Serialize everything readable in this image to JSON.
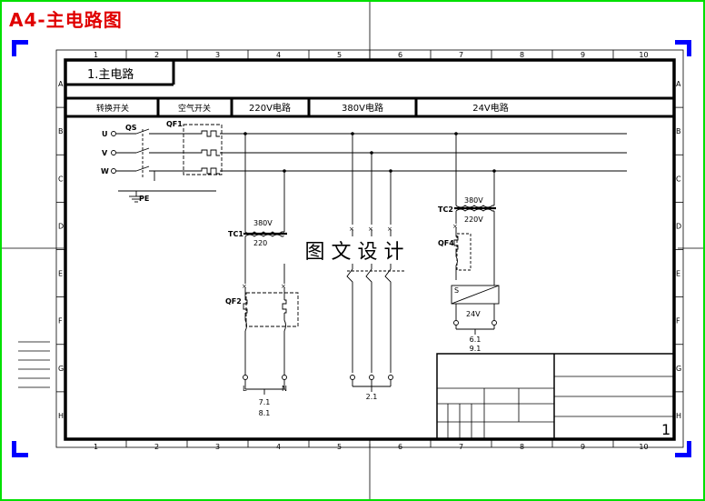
{
  "page_title": "A4-主电路图",
  "border": {
    "columns": [
      "1",
      "2",
      "3",
      "4",
      "5",
      "6",
      "7",
      "8",
      "9",
      "10"
    ],
    "rows": [
      "A",
      "B",
      "C",
      "D",
      "E",
      "F",
      "G",
      "H"
    ]
  },
  "header": {
    "section_title": "1.主电路",
    "columns": [
      "转换开关",
      "空气开关",
      "220V电路",
      "380V电路",
      "24V电路"
    ]
  },
  "labels": {
    "qs": "QS",
    "qf1": "QF1",
    "phase_u": "U",
    "phase_v": "V",
    "phase_w": "W",
    "pe": "PE",
    "tc1": "TC1",
    "tc1_primary": "380V",
    "tc1_secondary": "220",
    "qf2": "QF2",
    "out_l": "L",
    "out_n": "N",
    "ref_220": [
      "7.1",
      "8.1"
    ],
    "ref_380": "2.1",
    "tc2": "TC2",
    "tc2_primary": "380V",
    "tc2_secondary": "220V",
    "qf4": "QF4",
    "ps_s": "S",
    "ps_out": "24V",
    "ref_24": [
      "6.1",
      "9.1"
    ]
  },
  "watermark": "图 文 设 计",
  "sheet_number": "1",
  "colors": {
    "title": "#e00000",
    "frame": "#00e000",
    "corner": "#0000ff"
  }
}
